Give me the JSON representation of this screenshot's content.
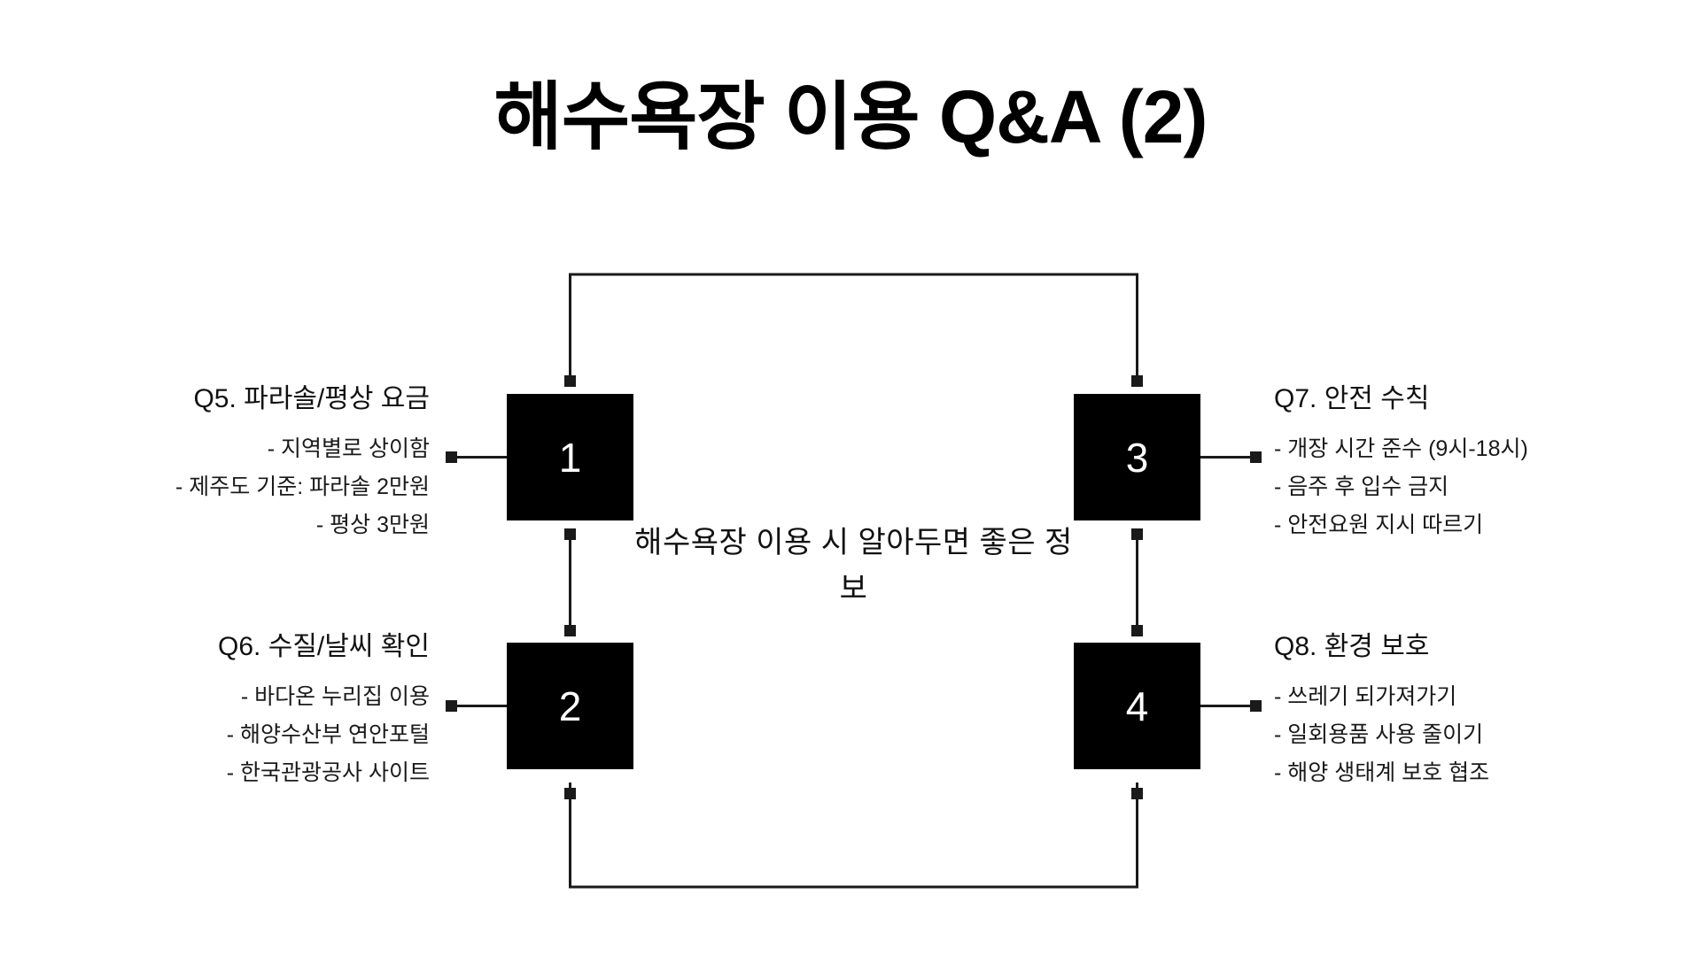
{
  "title": "해수욕장 이용 Q&A (2)",
  "center_caption": "해수욕장 이용 시 알아두면 좋은 정보",
  "nodes": [
    {
      "id": "1",
      "label": "1"
    },
    {
      "id": "2",
      "label": "2"
    },
    {
      "id": "3",
      "label": "3"
    },
    {
      "id": "4",
      "label": "4"
    }
  ],
  "blocks": {
    "q5": {
      "heading": "Q5. 파라솔/평상 요금",
      "items": [
        "- 지역별로 상이함",
        "- 제주도 기준: 파라솔 2만원",
        "- 평상 3만원"
      ]
    },
    "q6": {
      "heading": "Q6. 수질/날씨 확인",
      "items": [
        "- 바다온 누리집 이용",
        "- 해양수산부 연안포털",
        "- 한국관광공사 사이트"
      ]
    },
    "q7": {
      "heading": "Q7. 안전 수칙",
      "items": [
        "- 개장 시간 준수 (9시-18시)",
        "- 음주 후 입수 금지",
        "- 안전요원 지시 따르기"
      ]
    },
    "q8": {
      "heading": "Q8. 환경 보호",
      "items": [
        "- 쓰레기 되가져가기",
        "- 일회용품 사용 줄이기",
        "- 해양 생태계 보호 협조"
      ]
    }
  },
  "colors": {
    "node_fill": "#000000",
    "node_text": "#ffffff",
    "background": "#ffffff",
    "line": "#1a1a1a",
    "text": "#111111"
  }
}
